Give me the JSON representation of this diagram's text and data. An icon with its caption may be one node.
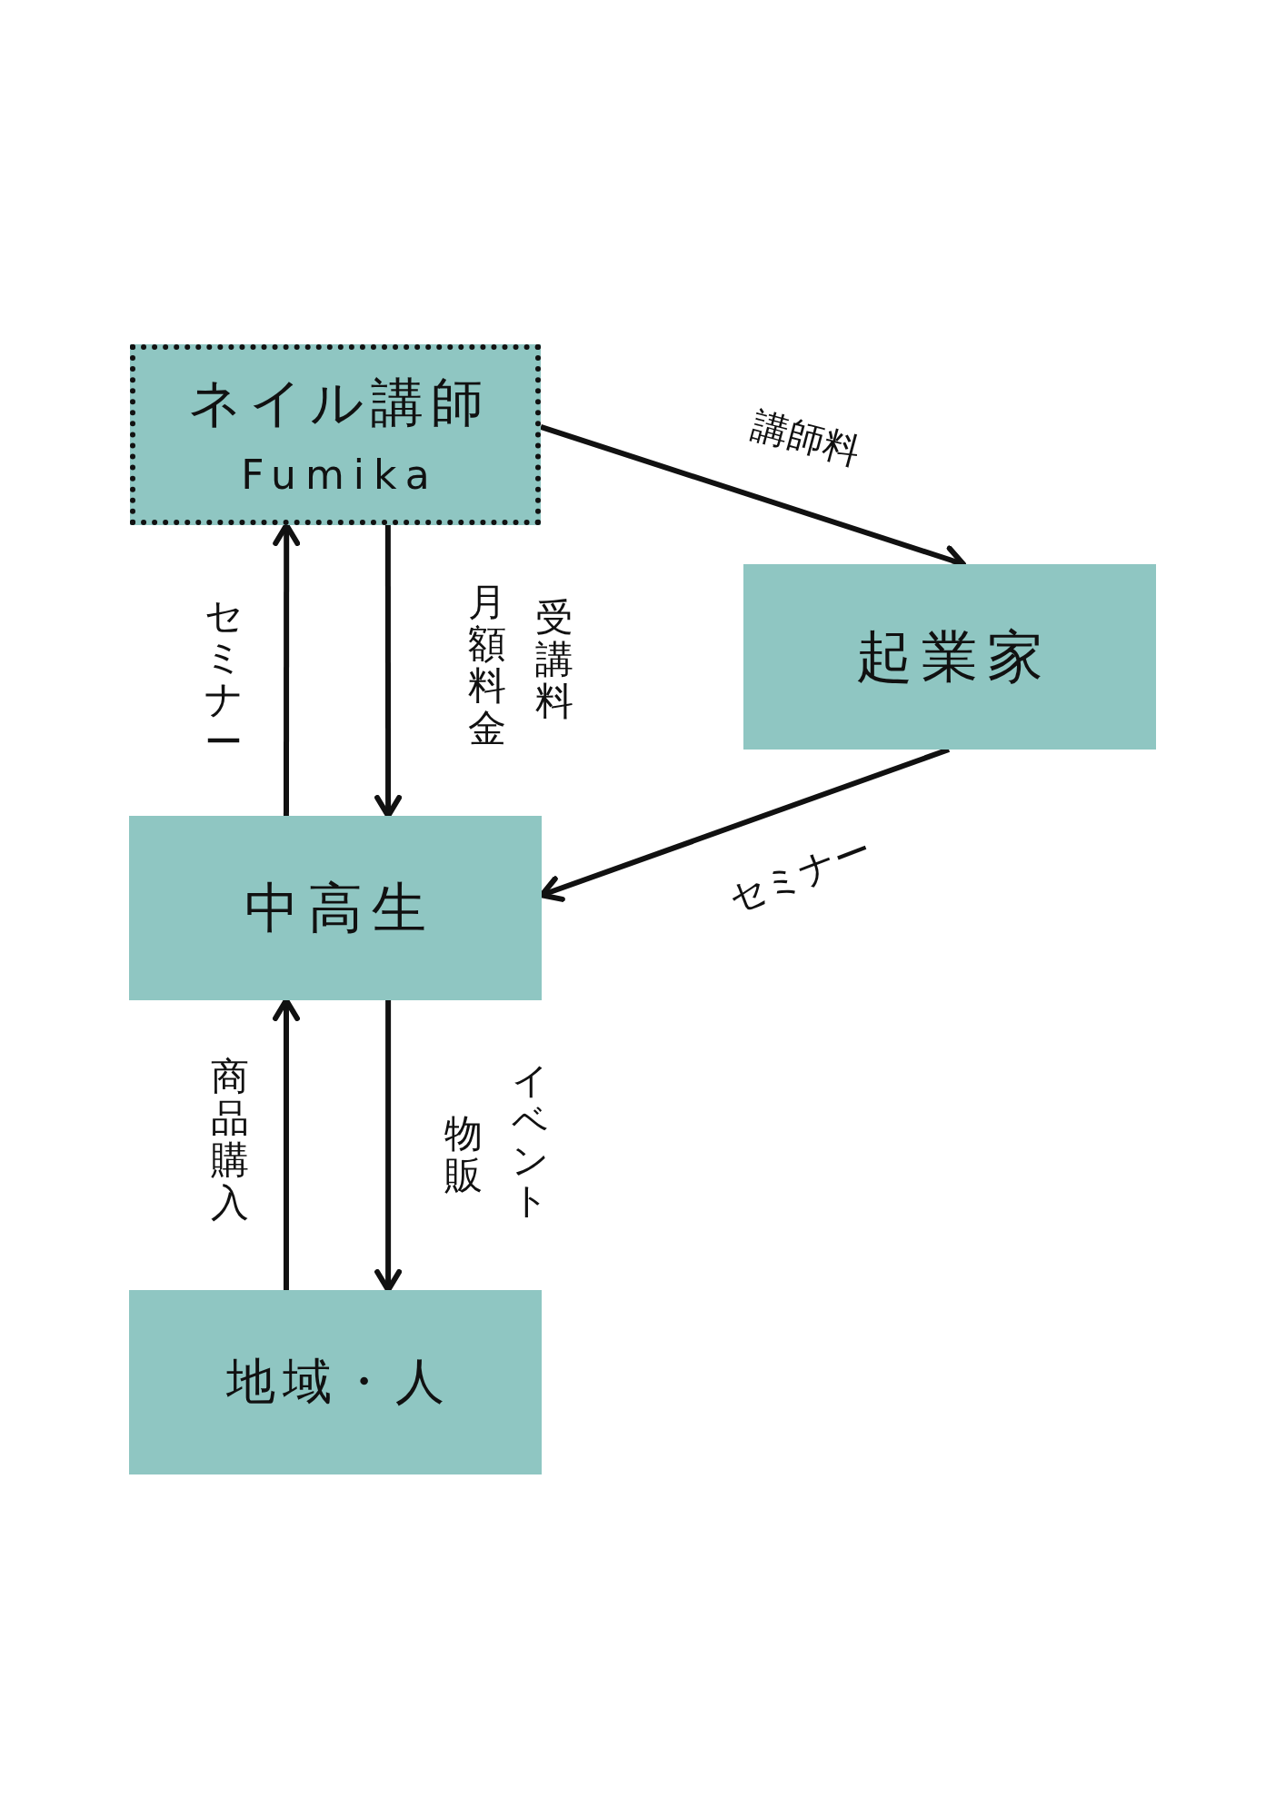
{
  "diagram": {
    "nodes": [
      {
        "text": [
          "ネイル講師",
          "Fumika"
        ]
      },
      {
        "text": [
          "起業家"
        ]
      },
      {
        "text": [
          "中高生"
        ]
      },
      {
        "text": [
          "地域・人"
        ]
      }
    ],
    "edges": [
      {
        "from": 0,
        "to": 1,
        "arrow": "to",
        "label": "講師料"
      },
      {
        "from": 1,
        "to": 2,
        "arrow": "to",
        "label": "セミナー"
      },
      {
        "from": 2,
        "to": 0,
        "arrow": "to",
        "label": "セミナー"
      },
      {
        "from": 0,
        "to": 2,
        "arrow": "to",
        "label": "月額料金"
      },
      {
        "from": 3,
        "to": 2,
        "arrow": "to",
        "label": "商品購入"
      },
      {
        "from": 2,
        "to": 3,
        "arrow": "to",
        "label": "物販"
      }
    ],
    "labels": [
      "受講料",
      "イベント"
    ]
  }
}
